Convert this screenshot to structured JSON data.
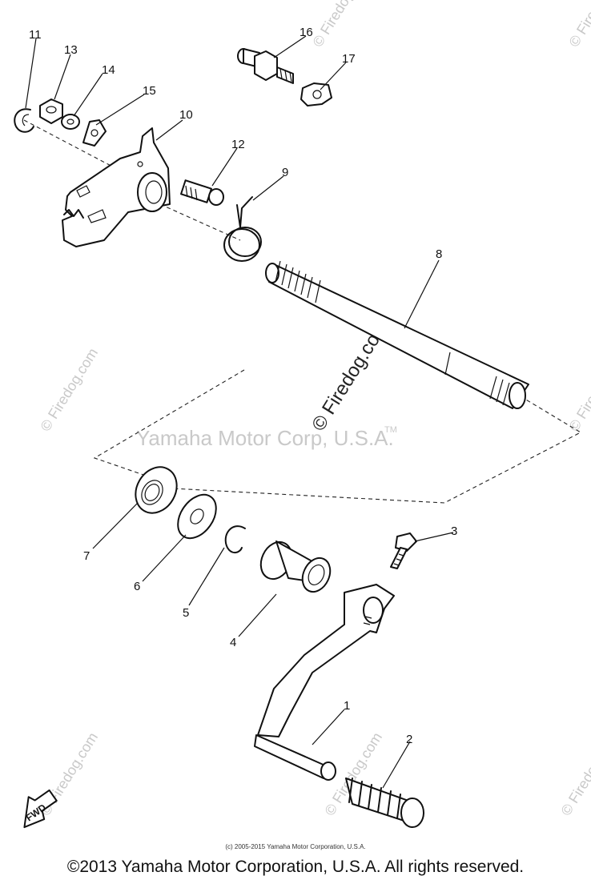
{
  "watermarks": {
    "center": "Yamaha Motor Corp, U.S.A.",
    "trademark": "TM",
    "site": "© Firedog.com"
  },
  "fwd_label": "FWD",
  "part_numbers": [
    "1",
    "2",
    "3",
    "4",
    "5",
    "6",
    "7",
    "8",
    "9",
    "10",
    "11",
    "12",
    "13",
    "14",
    "15",
    "16",
    "17"
  ],
  "footer": {
    "small": "(c) 2005-2015 Yamaha Motor Corporation, U.S.A.",
    "main": "©2013 Yamaha Motor Corporation, U.S.A. All rights reserved."
  }
}
